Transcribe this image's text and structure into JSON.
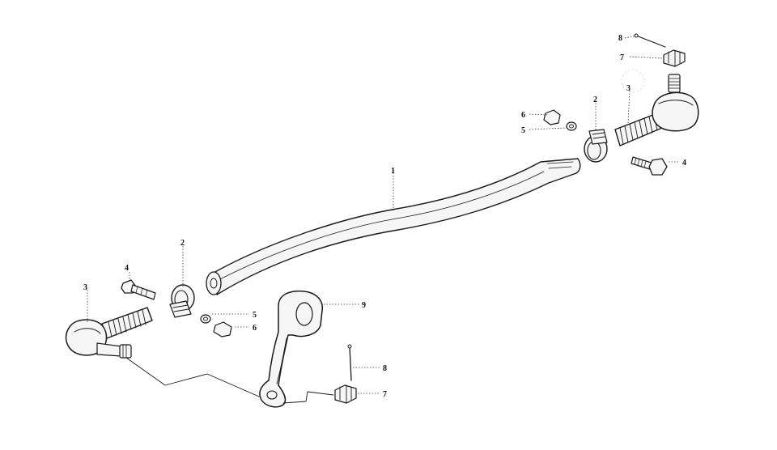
{
  "callouts": [
    {
      "id": "c1",
      "text": "1"
    },
    {
      "id": "c2a",
      "text": "2"
    },
    {
      "id": "c2b",
      "text": "2"
    },
    {
      "id": "c3a",
      "text": "3"
    },
    {
      "id": "c3b",
      "text": "3"
    },
    {
      "id": "c4a",
      "text": "4"
    },
    {
      "id": "c4b",
      "text": "4"
    },
    {
      "id": "c5a",
      "text": "5"
    },
    {
      "id": "c5b",
      "text": "5"
    },
    {
      "id": "c6a",
      "text": "6"
    },
    {
      "id": "c6b",
      "text": "6"
    },
    {
      "id": "c7a",
      "text": "7"
    },
    {
      "id": "c7b",
      "text": "7"
    },
    {
      "id": "c8a",
      "text": "8"
    },
    {
      "id": "c8b",
      "text": "8"
    },
    {
      "id": "c9",
      "text": "9"
    }
  ]
}
